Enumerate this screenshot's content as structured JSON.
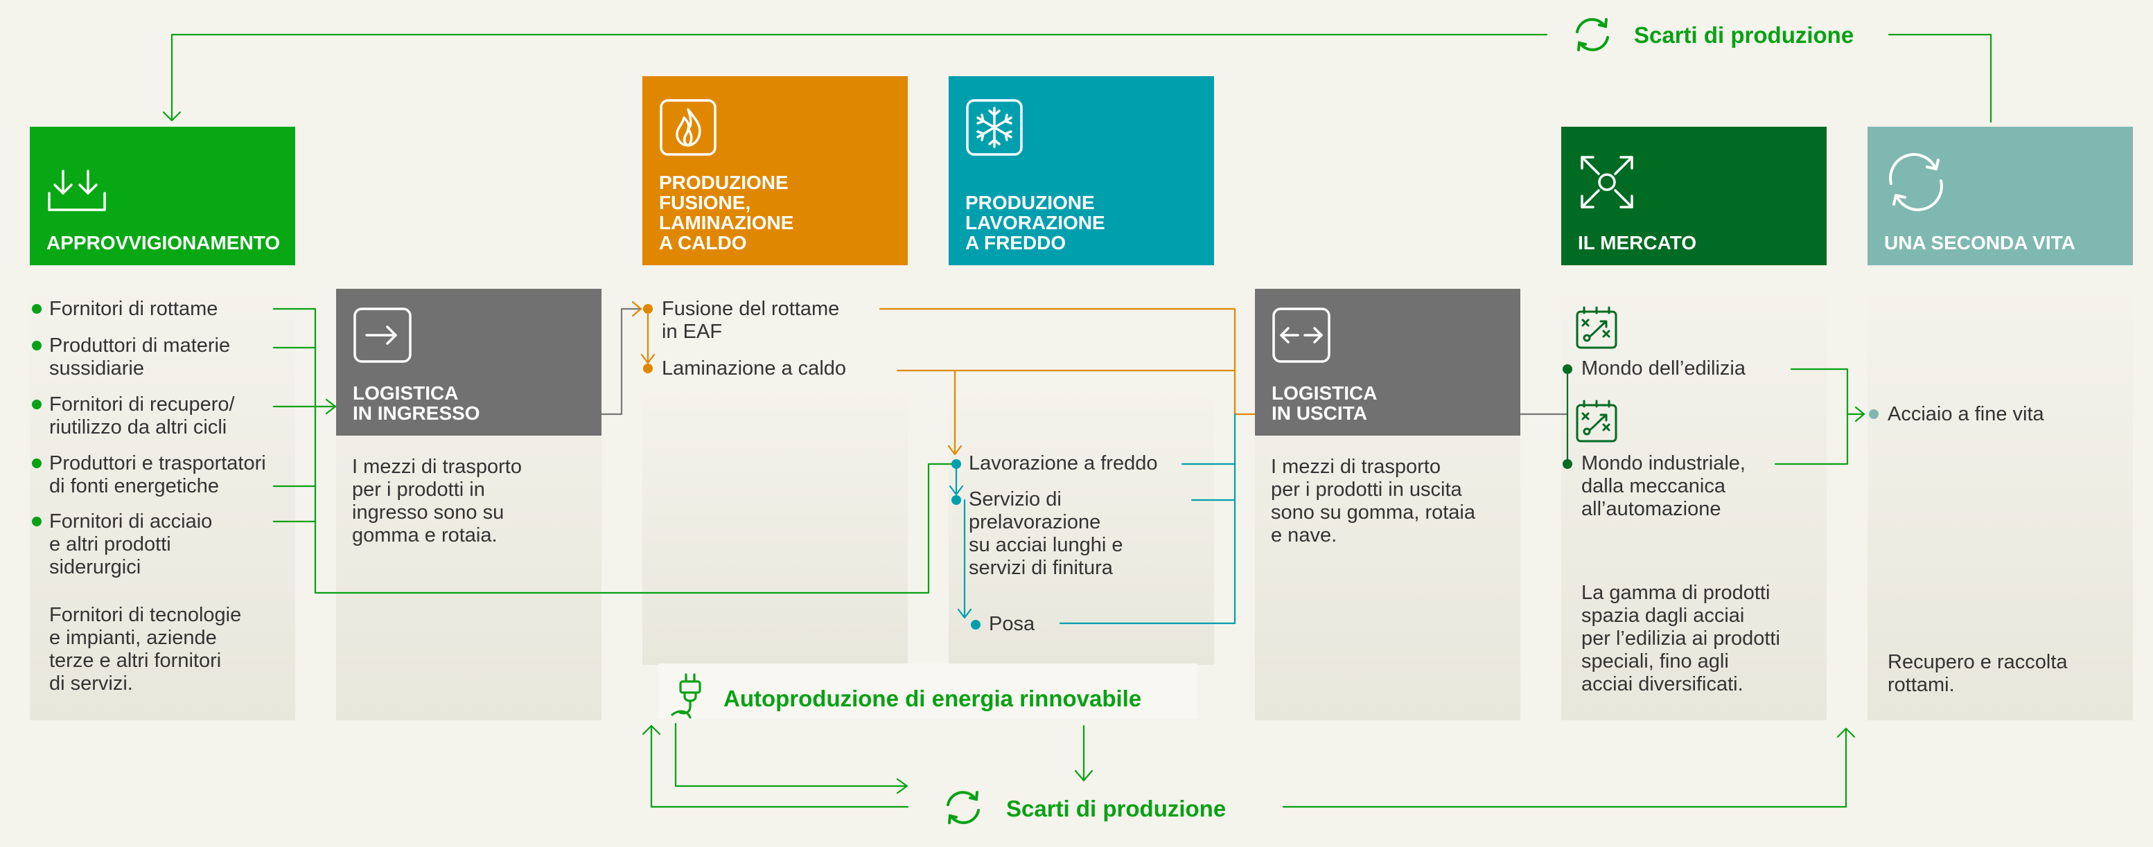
{
  "top_loop": {
    "label": "Scarti di produzione",
    "icon": "recycle-icon"
  },
  "bottom_loop": {
    "label": "Scarti di produzione",
    "icon": "recycle-icon"
  },
  "energy": {
    "label": "Autoproduzione di energia rinnovabile",
    "icon": "plug-icon"
  },
  "phases": {
    "approvvigionamento": {
      "title": "APPROVVIGIONAMENTO",
      "icon": "download-tray-icon",
      "color": "#08a814"
    },
    "logistica_ingresso": {
      "title": "LOGISTICA\nIN INGRESSO",
      "icon": "arrow-in-icon",
      "color": "#717171"
    },
    "produzione_caldo": {
      "title": "PRODUZIONE\nFUSIONE,\nLAMINAZIONE\nA CALDO",
      "icon": "flame-icon",
      "color": "#e08700"
    },
    "produzione_freddo": {
      "title": "PRODUZIONE\nLAVORAZIONE\nA FREDDO",
      "icon": "snowflake-icon",
      "color": "#009fae"
    },
    "logistica_uscita": {
      "title": "LOGISTICA\nIN USCITA",
      "icon": "arrows-both-icon",
      "color": "#717171"
    },
    "mercato": {
      "title": "IL MERCATO",
      "icon": "expand-icon",
      "color": "#006b22"
    },
    "seconda_vita": {
      "title": "UNA SECONDA VITA",
      "icon": "cycle-icon",
      "color": "#7fb8b0"
    }
  },
  "approvvigionamento_items": [
    "Fornitori di rottame",
    "Produttori di materie\nsussidiarie",
    "Fornitori di recupero/\nriutilizzo da altri cicli",
    "Produttori e trasportatori\ndi fonti energetiche",
    "Fornitori di acciaio\ne altri prodotti\nsiderurgici"
  ],
  "approvvigionamento_note": "Fornitori di tecnologie\ne impianti, aziende\nterze e altri fornitori\ndi servizi.",
  "logistica_ingresso_desc": "I mezzi di trasporto\nper i prodotti in\ningresso sono su\ngomma e rotaia.",
  "produzione_caldo_items": [
    "Fusione del rottame\nin EAF",
    "Laminazione a caldo"
  ],
  "produzione_freddo_items": [
    "Lavorazione a freddo",
    "Servizio di\nprelavorazione\nsu acciai lunghi e\nservizi di finitura",
    "Posa"
  ],
  "logistica_uscita_desc": "I mezzi di trasporto\nper i prodotti in uscita\nsono su gomma, rotaia\ne nave.",
  "mercato_items": [
    "Mondo dell’edilizia",
    "Mondo industriale,\ndalla meccanica\nall’automazione"
  ],
  "mercato_item_icon": "chart-board-icon",
  "mercato_desc": "La gamma di prodotti\nspazia dagli acciai\nper l’edilizia ai prodotti\nspeciali, fino agli\nacciai diversificati.",
  "seconda_vita_item": "Acciaio a fine vita",
  "seconda_vita_desc": "Recupero e raccolta\nrottami."
}
